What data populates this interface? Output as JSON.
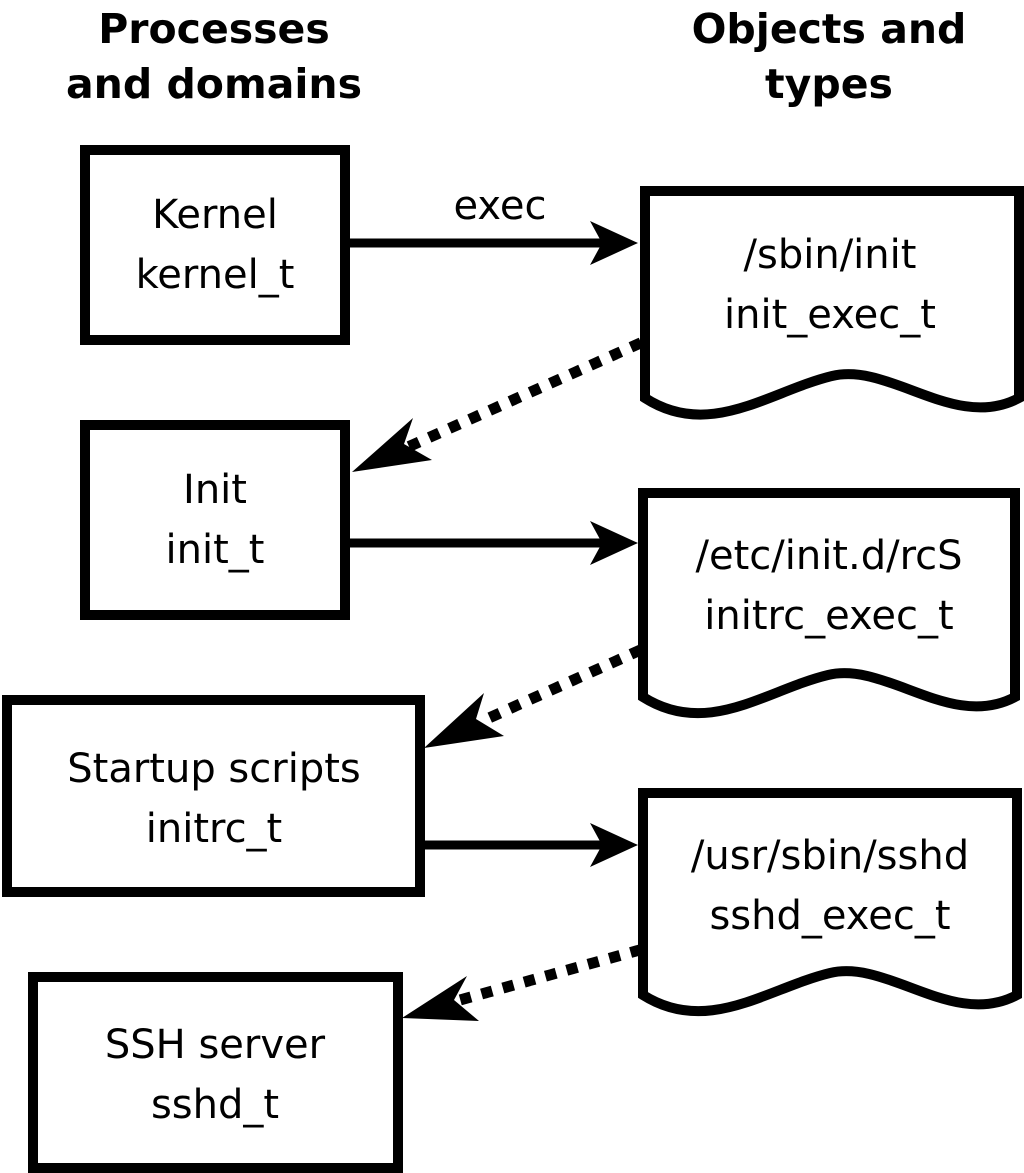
{
  "diagram": {
    "title": "SELinux process domains and object types transition diagram",
    "background_color": "#ffffff",
    "stroke_color": "#000000",
    "columns": [
      {
        "id": "processes",
        "heading_line1": "Processes",
        "heading_line2": "and domains"
      },
      {
        "id": "objects",
        "heading_line1": "Objects and",
        "heading_line2": "types"
      }
    ],
    "process_nodes": [
      {
        "id": "kernel",
        "line1": "Kernel",
        "line2": "kernel_t"
      },
      {
        "id": "init",
        "line1": "Init",
        "line2": "init_t"
      },
      {
        "id": "initrc",
        "line1": "Startup scripts",
        "line2": "initrc_t"
      },
      {
        "id": "sshd",
        "line1": "SSH server",
        "line2": "sshd_t"
      }
    ],
    "object_nodes": [
      {
        "id": "init_exec",
        "line1": "/sbin/init",
        "line2": "init_exec_t"
      },
      {
        "id": "initrc_exec",
        "line1": "/etc/init.d/rcS",
        "line2": "initrc_exec_t"
      },
      {
        "id": "sshd_exec",
        "line1": "/usr/sbin/sshd",
        "line2": "sshd_exec_t"
      }
    ],
    "edges": [
      {
        "id": "kernel-exec-init",
        "from": "kernel",
        "to": "init_exec",
        "style": "solid",
        "label": "exec"
      },
      {
        "id": "init_exec-transition-init",
        "from": "init_exec",
        "to": "init",
        "style": "dotted",
        "label": ""
      },
      {
        "id": "init-exec-initrc",
        "from": "init",
        "to": "initrc_exec",
        "style": "solid",
        "label": ""
      },
      {
        "id": "initrc_exec-transition-initrc",
        "from": "initrc_exec",
        "to": "initrc",
        "style": "dotted",
        "label": ""
      },
      {
        "id": "initrc-exec-sshd",
        "from": "initrc",
        "to": "sshd_exec",
        "style": "solid",
        "label": ""
      },
      {
        "id": "sshd_exec-transition-sshd",
        "from": "sshd_exec",
        "to": "sshd",
        "style": "dotted",
        "label": ""
      }
    ]
  }
}
